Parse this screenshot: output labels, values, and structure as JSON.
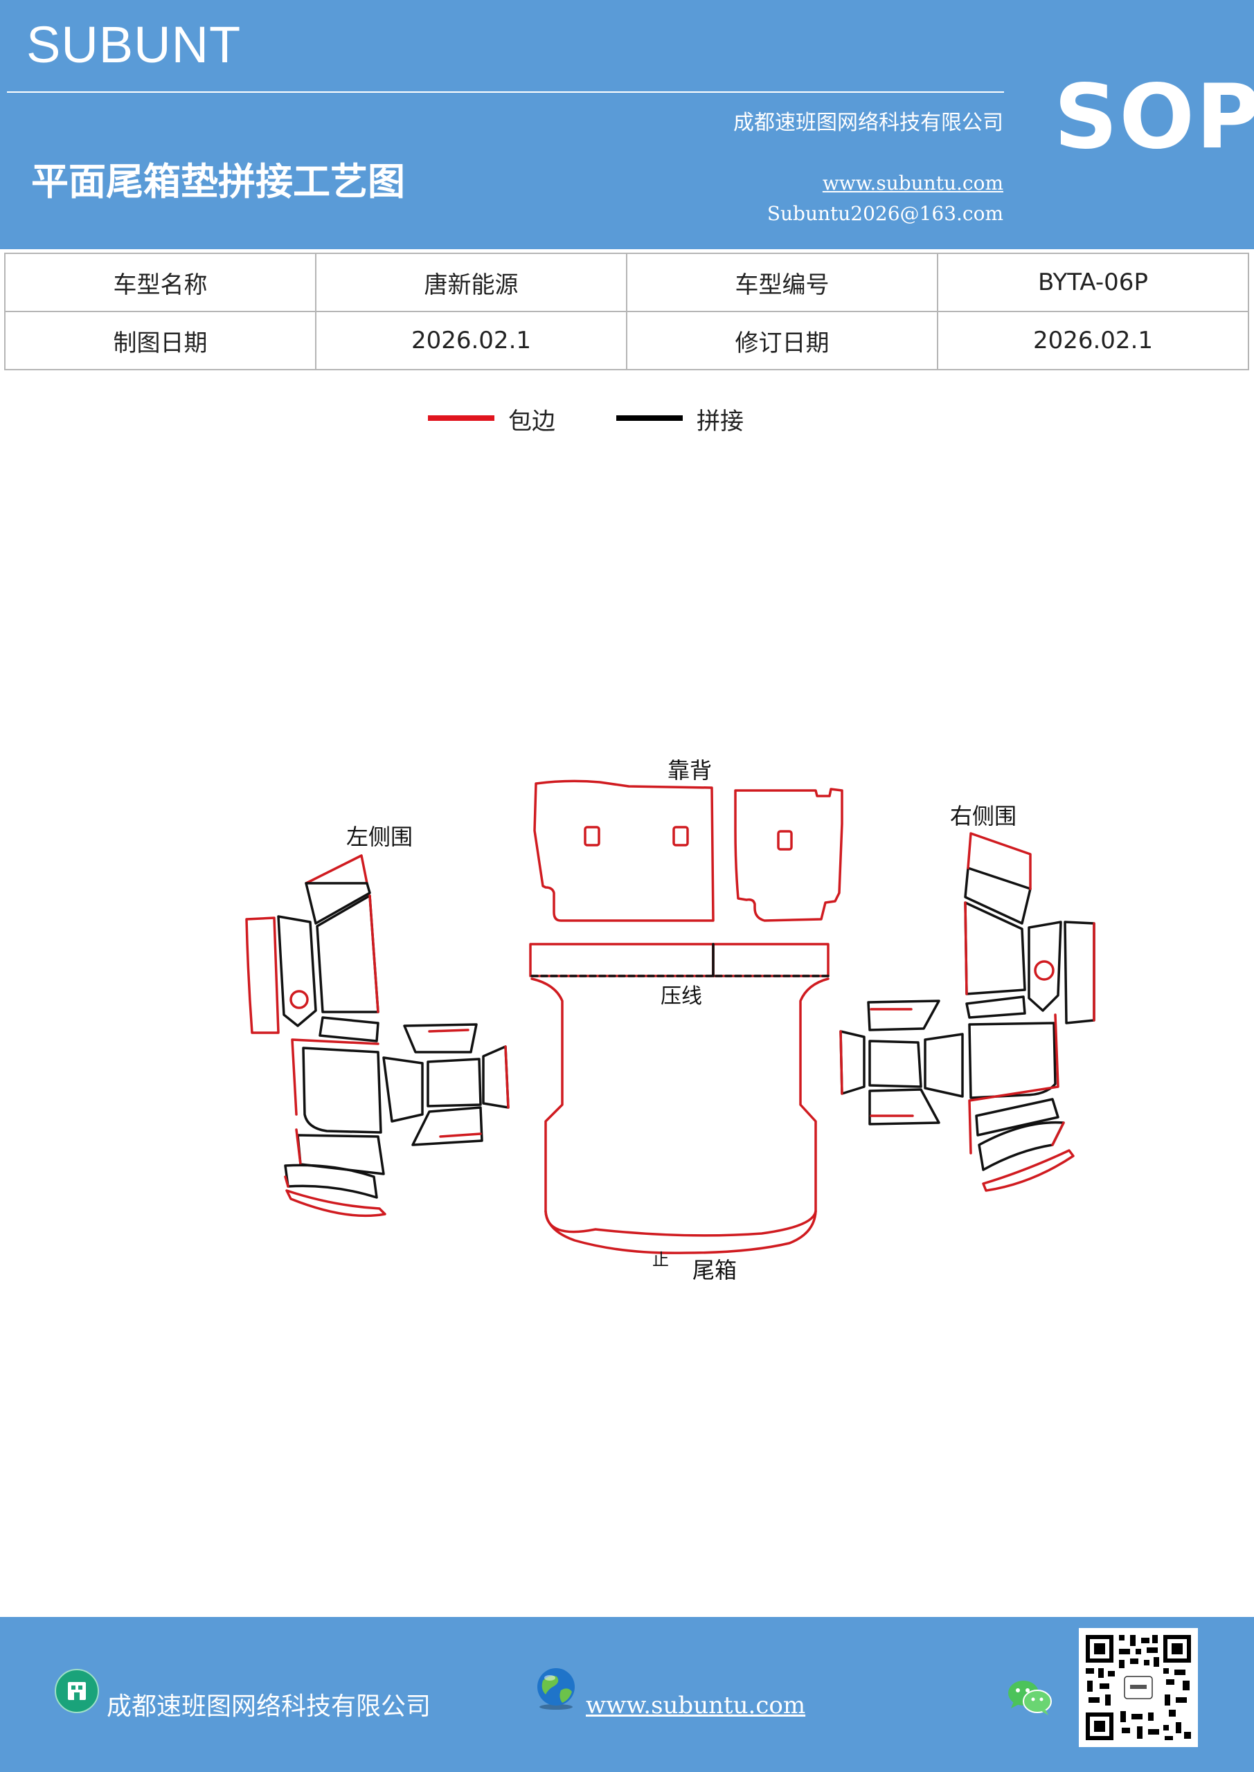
{
  "header": {
    "brand": "SUBUNT",
    "company": "成都速班图网络科技有限公司",
    "title": "平面尾箱垫拼接工艺图",
    "website": "www.subuntu.com",
    "email": "Subuntu2026@163.com",
    "badge": "SOP"
  },
  "info_table": {
    "row1": [
      "车型名称",
      "唐新能源",
      "车型编号",
      "BYTA-06P"
    ],
    "row2": [
      "制图日期",
      "2026.02.1",
      "修订日期",
      "2026.02.1"
    ]
  },
  "legend": {
    "items": [
      {
        "label": "包边",
        "color": "#e0141e"
      },
      {
        "label": "拼接",
        "color": "#000000"
      }
    ]
  },
  "diagram": {
    "label_back": "靠背",
    "label_left": "左侧围",
    "label_right": "右侧围",
    "label_press": "压线",
    "label_stop": "止",
    "label_trunk": "尾箱",
    "edge_color": "#d01b20",
    "seam_color": "#111111"
  },
  "footer": {
    "company": "成都速班图网络科技有限公司",
    "website": "www.subuntu.com",
    "icons": [
      "building-icon",
      "globe-icon",
      "wechat-icon",
      "qr-code"
    ]
  }
}
